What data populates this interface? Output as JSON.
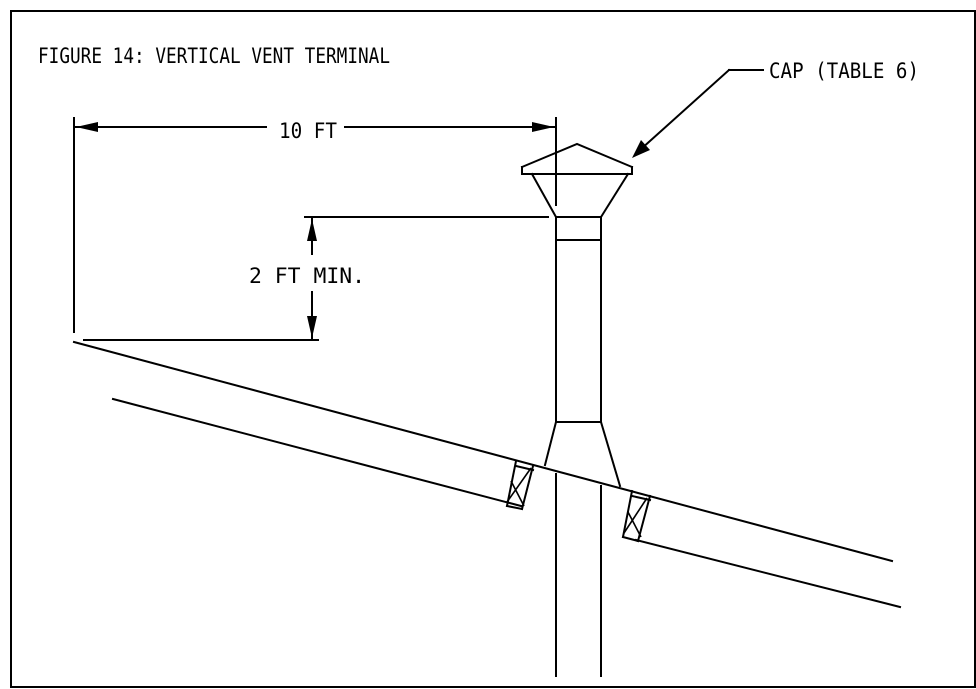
{
  "figure": {
    "title": "FIGURE 14: VERTICAL VENT TERMINAL",
    "cap_label": "CAP (TABLE 6)",
    "horizontal_dimension": "10 FT",
    "vertical_dimension": "2 FT MIN."
  }
}
